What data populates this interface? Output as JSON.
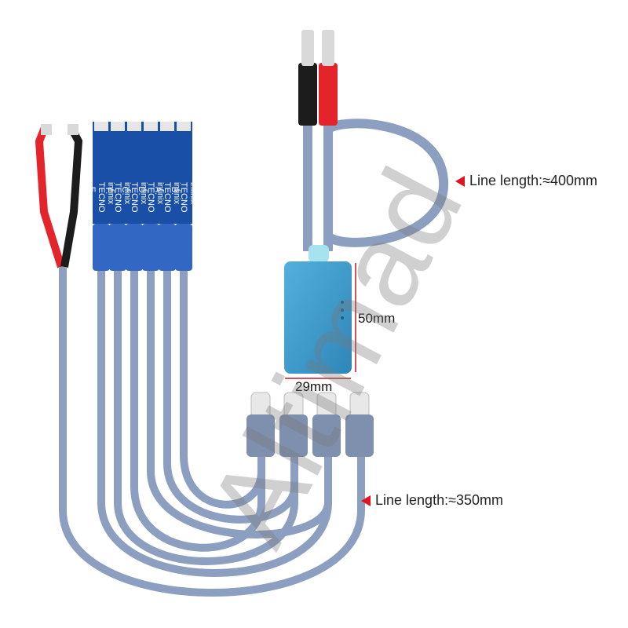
{
  "labels": {
    "top_length": "Line length:≈400mm",
    "bottom_length": "Line length:≈350mm",
    "height_dim": "50mm",
    "width_dim": "29mm"
  },
  "watermark": "Altimad",
  "flex_labels": [
    "infinix TECNO E.",
    "infinix TECNO F.",
    "infinix TECNO C.",
    "infinix TECNO D.",
    "infinix TECNO A.",
    "infinix TECNO B."
  ],
  "colors": {
    "cable": "#8d9fc0",
    "box": "#3e9ac9",
    "flex": "#1a4fa8",
    "red": "#e3242b",
    "black": "#1c1c1c",
    "accent_arrow": "#e0141e"
  }
}
